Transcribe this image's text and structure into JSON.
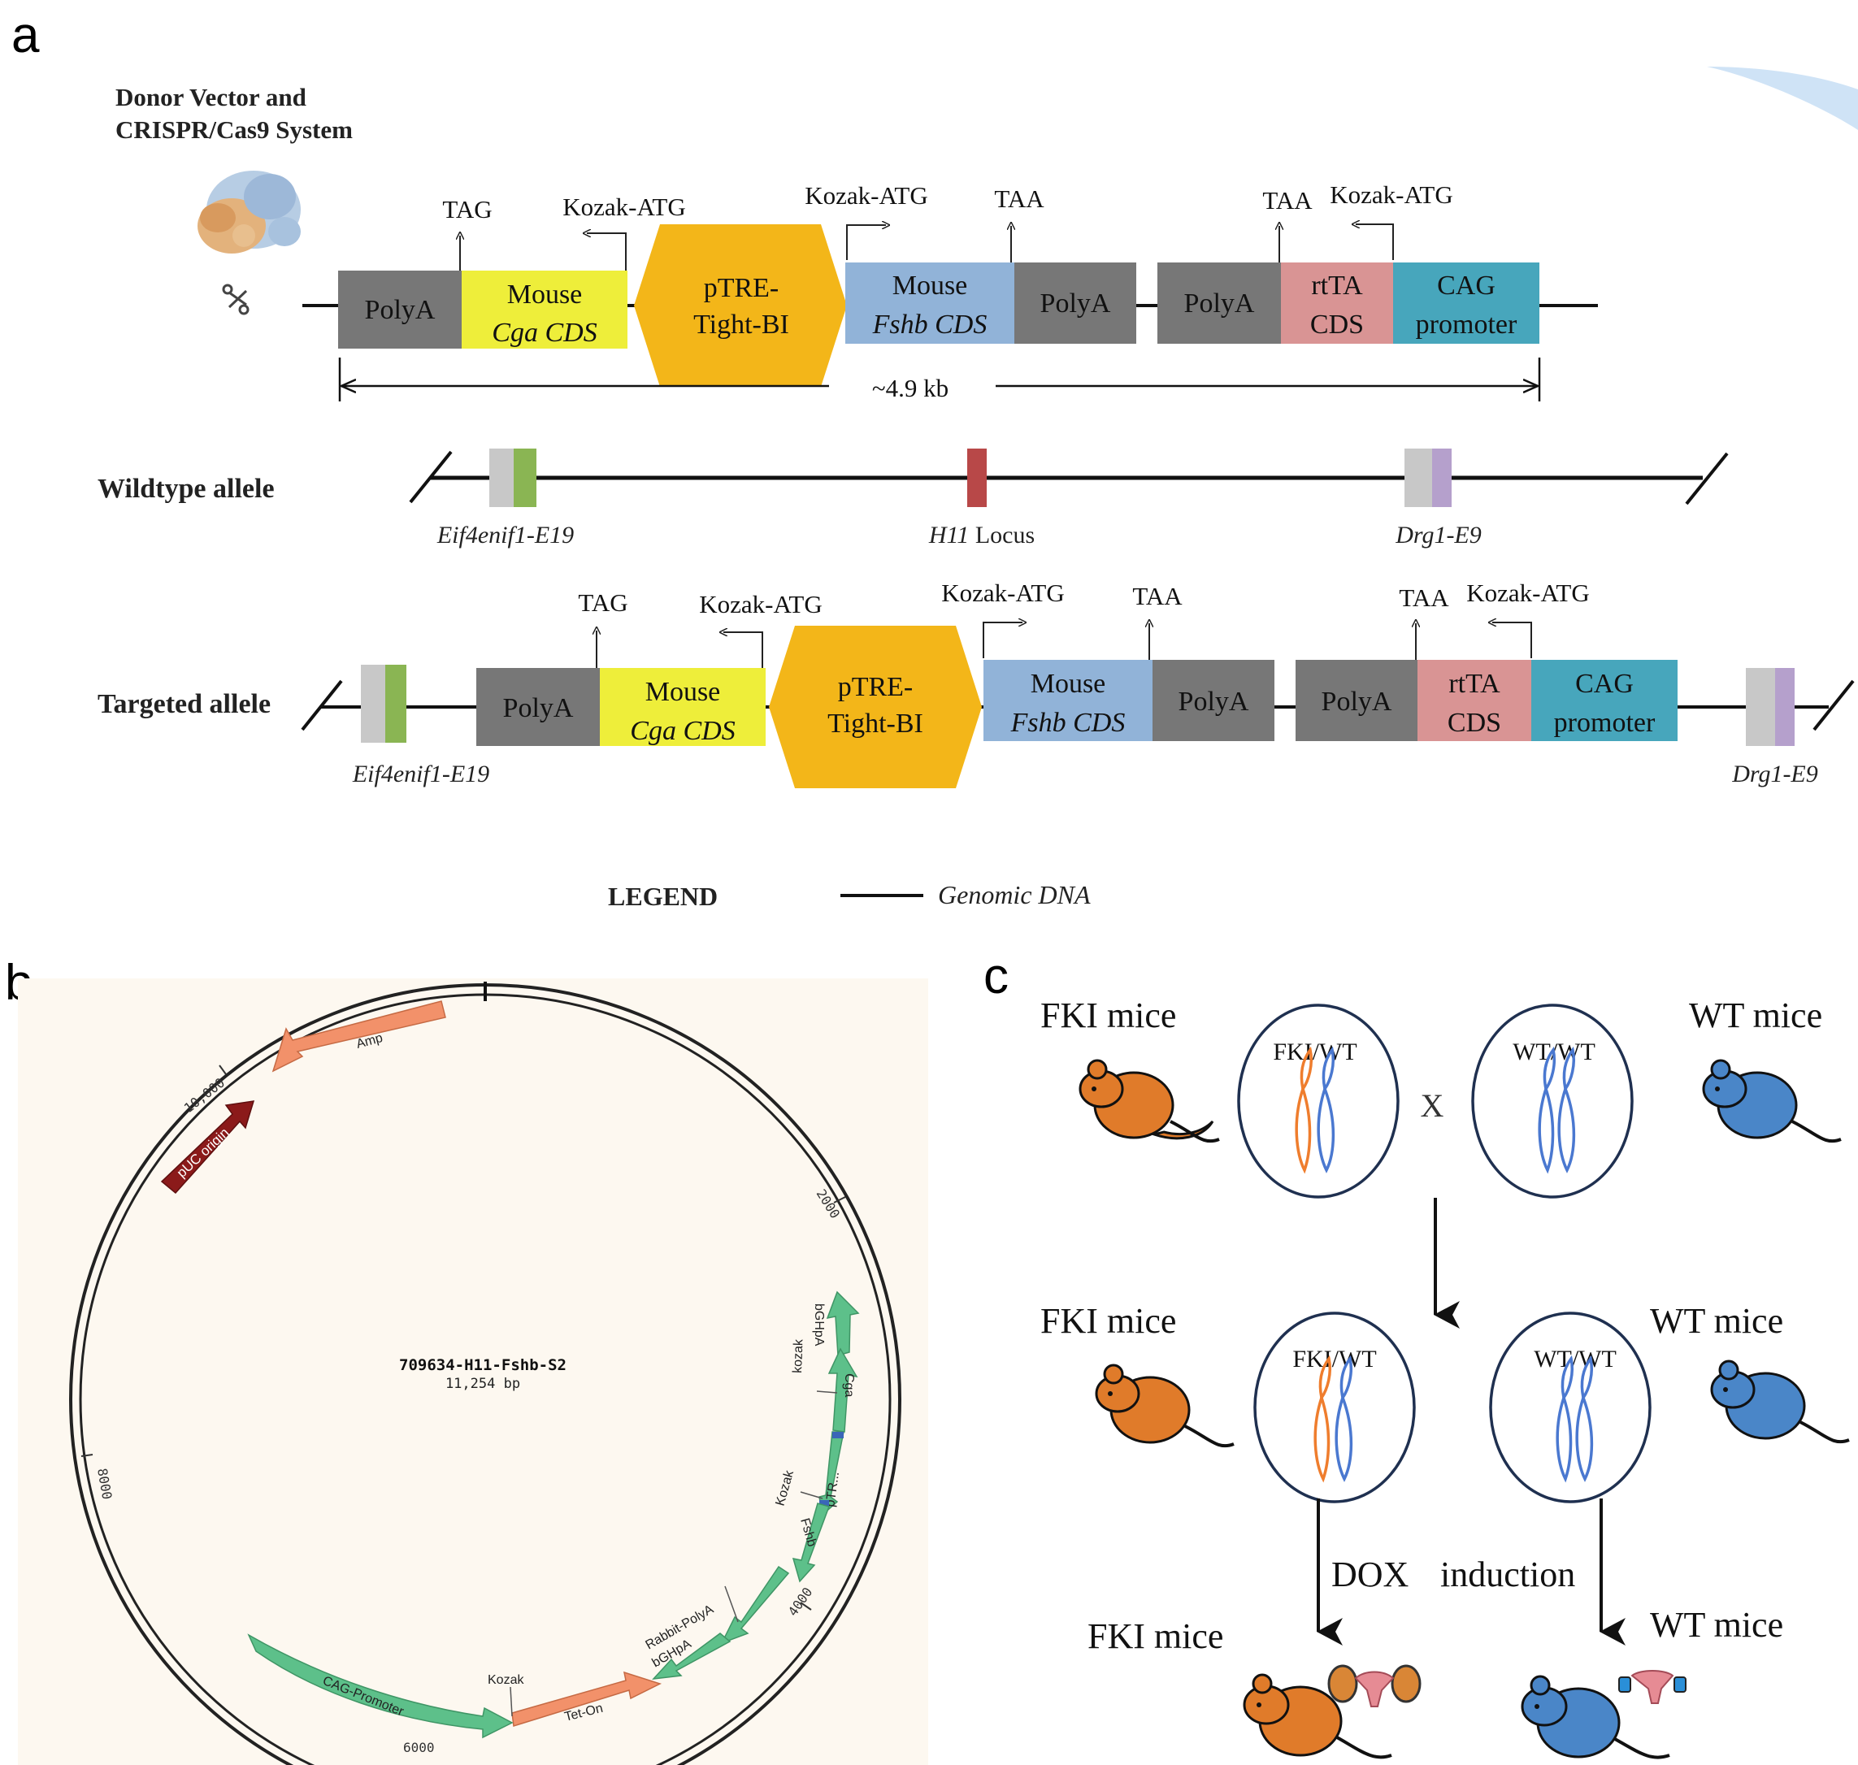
{
  "panel_letters": {
    "a": "a",
    "b": "b",
    "c": "c"
  },
  "panel_a": {
    "title_line1": "Donor Vector and",
    "title_line2": "CRISPR/Cas9 System",
    "size_label": "~4.9 kb",
    "row_labels": {
      "wildtype": "Wildtype allele",
      "targeted": "Targeted allele"
    },
    "donor": {
      "polya1": "PolyA",
      "cga_line1": "Mouse",
      "cga_line2": "Cga CDS",
      "ptre_line1": "pTRE-",
      "ptre_line2": "Tight-BI",
      "fshb_line1": "Mouse",
      "fshb_line2": "Fshb CDS",
      "polya2": "PolyA",
      "polya3": "PolyA",
      "rtta_line1": "rtTA",
      "rtta_line2": "CDS",
      "cag_line1": "CAG",
      "cag_line2": "promoter",
      "tag": "TAG",
      "kozak1": "Kozak-ATG",
      "kozak2": "Kozak-ATG",
      "taa1": "TAA",
      "taa2": "TAA",
      "kozak3": "Kozak-ATG"
    },
    "wildtype": {
      "left_exon": "Eif4enif1-E19",
      "locus_gene": "H11",
      "locus_word": " Locus",
      "right_exon": "Drg1-E9"
    },
    "targeted": {
      "polya1": "PolyA",
      "cga_line1": "Mouse",
      "cga_line2": "Cga CDS",
      "ptre_line1": "pTRE-",
      "ptre_line2": "Tight-BI",
      "fshb_line1": "Mouse",
      "fshb_line2": "Fshb CDS",
      "polya2": "PolyA",
      "polya3": "PolyA",
      "rtta_line1": "rtTA",
      "rtta_line2": "CDS",
      "cag_line1": "CAG",
      "cag_line2": "promoter",
      "tag": "TAG",
      "kozak1": "Kozak-ATG",
      "kozak2": "Kozak-ATG",
      "taa1": "TAA",
      "taa2": "TAA",
      "kozak3": "Kozak-ATG",
      "left_exon": "Eif4enif1-E19",
      "right_exon": "Drg1-E9"
    },
    "legend": {
      "title": "LEGEND",
      "item": "Genomic DNA"
    }
  },
  "panel_b": {
    "plasmid_name": "709634-H11-Fshb-S2",
    "plasmid_size": "11,254 bp",
    "ticks": {
      "t2000": "2000",
      "t4000": "4000",
      "t6000": "6000",
      "t8000": "8000",
      "t10000": "10,000"
    },
    "features": {
      "amp": "Amp",
      "puc": "pUC origin",
      "bghpa_top": "bGHpA",
      "kozak_top": "kozak",
      "cga": "Cga",
      "ptr": "pTR...",
      "kozak_mid": "Kozak",
      "fshb": "Fshb",
      "rabbit_polya": "Rabbit-PolyA",
      "bghpa_bottom": "bGHpA",
      "kozak_bottom": "Kozak",
      "teton": "Tet-On",
      "cag": "CAG-Promoter"
    },
    "colors": {
      "background": "#fdf8f0",
      "feature_green": "#5dc08a",
      "feature_orange": "#f2916a",
      "origin": "#8b1a1a"
    }
  },
  "panel_c": {
    "fki_mice_1": "FKI mice",
    "wt_mice_1": "WT mice",
    "fki_cell_1": "FKI/WT",
    "wt_cell_1": "WT/WT",
    "cross": "X",
    "fki_mice_2": "FKI mice",
    "wt_mice_2": "WT mice",
    "fki_cell_2": "FKI/WT",
    "wt_cell_2": "WT/WT",
    "dox_1": "DOX",
    "dox_2": "induction",
    "fki_mice_3": "FKI mice",
    "wt_mice_3": "WT mice",
    "colors": {
      "fki": "#e07b2a",
      "wt": "#4a86c8",
      "chromosome_orange": "#ef7d2d",
      "chromosome_blue": "#4a78d0",
      "circle": "#1f3050"
    }
  },
  "colors": {
    "polya": "#777777",
    "cga": "#eeee3a",
    "ptre": "#f3b619",
    "fshb": "#91b3d8",
    "rtta": "#d99494",
    "cag": "#47a6bc",
    "exon_grey": "#c8c8c8",
    "exon_green": "#8ab553",
    "exon_purple": "#b5a0cc",
    "locus_red": "#b84848"
  }
}
